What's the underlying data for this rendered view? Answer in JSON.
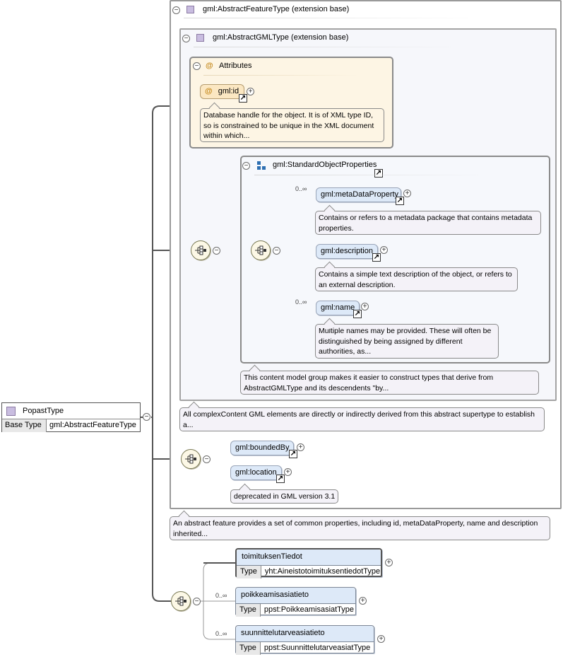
{
  "root": {
    "name": "PopastType",
    "base_label": "Base Type",
    "base_value": "gml:AbstractFeatureType"
  },
  "feature_ext": {
    "title": "gml:AbstractFeatureType (extension base)",
    "note": "An abstract feature provides a set of common properties, including id, metaDataProperty, name and description inherited..."
  },
  "gml_ext": {
    "title": "gml:AbstractGMLType (extension base)",
    "note": "All complexContent GML elements are directly or indirectly derived from this abstract supertype to establish a..."
  },
  "attributes": {
    "title": "Attributes",
    "id_label": "gml:id",
    "id_note": "Database handle for the object. It is of XML type ID, so is constrained to be unique in the XML document within which..."
  },
  "std_props": {
    "title": "gml:StandardObjectProperties",
    "note": "This content model group makes it easier to construct types that derive from AbstractGMLType and its descendents \"by...",
    "items": [
      {
        "label": "gml:metaDataProperty",
        "card": "0..∞",
        "note": "Contains or refers to a metadata package that contains metadata properties."
      },
      {
        "label": "gml:description",
        "card": "",
        "note": "Contains a simple text description of the object, or refers to an external description."
      },
      {
        "label": "gml:name",
        "card": "0..∞",
        "note": "Multiple names may be provided. These will often be distinguished by being assigned by different authorities, as..."
      }
    ]
  },
  "feature_seq": {
    "bounded_by": "gml:boundedBy",
    "location": "gml:location",
    "location_note": "deprecated in GML version 3.1"
  },
  "own_seq": [
    {
      "name": "toimituksenTiedot",
      "card": "",
      "type_label": "Type",
      "type_value": "yht:AineistotoimituksentiedotType"
    },
    {
      "name": "poikkeamisasiatieto",
      "card": "0..∞",
      "type_label": "Type",
      "type_value": "ppst:PoikkeamisasiatType"
    },
    {
      "name": "suunnittelutarveasiatieto",
      "card": "0..∞",
      "type_label": "Type",
      "type_value": "ppst:SuunnittelutarveasiatType"
    }
  ],
  "icons": {
    "collapse": "minus-icon",
    "expand": "plus-icon",
    "type": "complex-type-icon",
    "attr": "attribute-icon",
    "seq": "sequence-icon",
    "link": "link-arrow-icon",
    "group": "group-icon"
  }
}
